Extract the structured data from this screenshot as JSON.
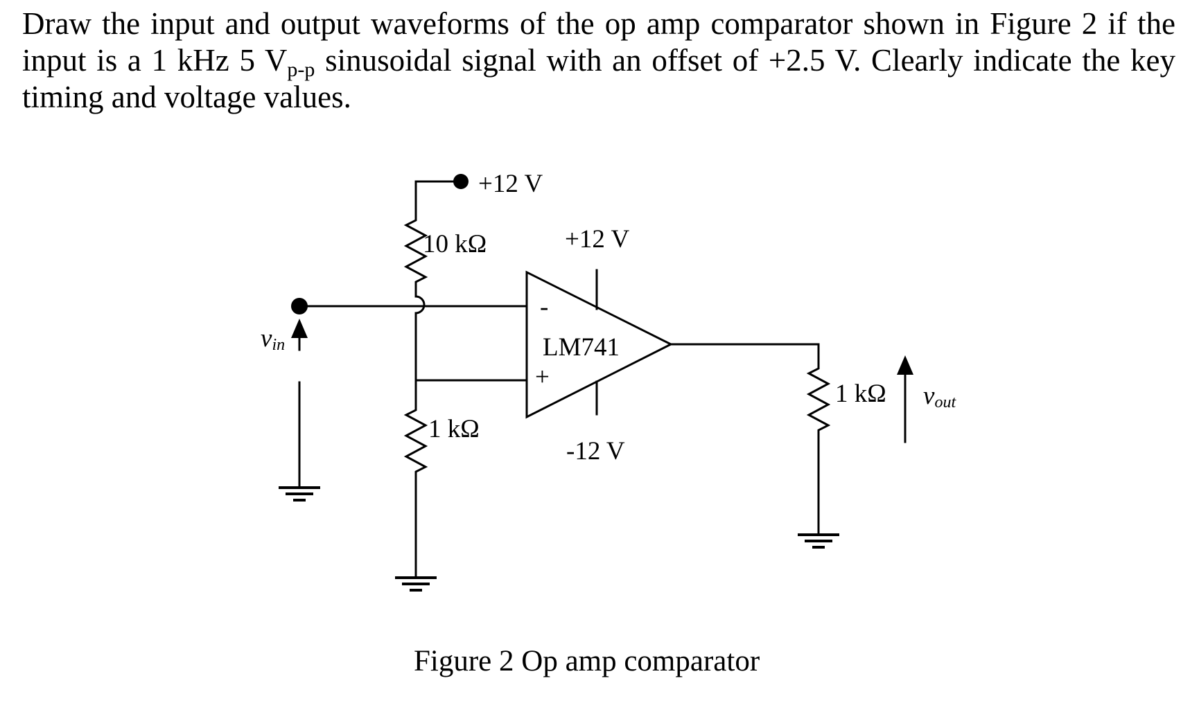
{
  "question": {
    "part1": "Draw the input and output waveforms of the op amp comparator shown in Figure 2 if the input is a 1 kHz 5 V",
    "sub": "p-p",
    "part2": " sinusoidal signal with an offset of +2.5 V. Clearly indicate the key timing and voltage values."
  },
  "circuit": {
    "vcc_label": "+12 V",
    "r_top_label": "10 kΩ",
    "r_bottom_label": "1 kΩ",
    "r_load_label": "1 kΩ",
    "opamp_name": "LM741",
    "opamp_vpos": "+12 V",
    "opamp_vneg": "-12 V",
    "inv_sign": "-",
    "noninv_sign": "+",
    "vin_label": "v",
    "vin_sub": "in",
    "vout_label": "v",
    "vout_sub": "out"
  },
  "caption": "Figure 2 Op amp comparator"
}
